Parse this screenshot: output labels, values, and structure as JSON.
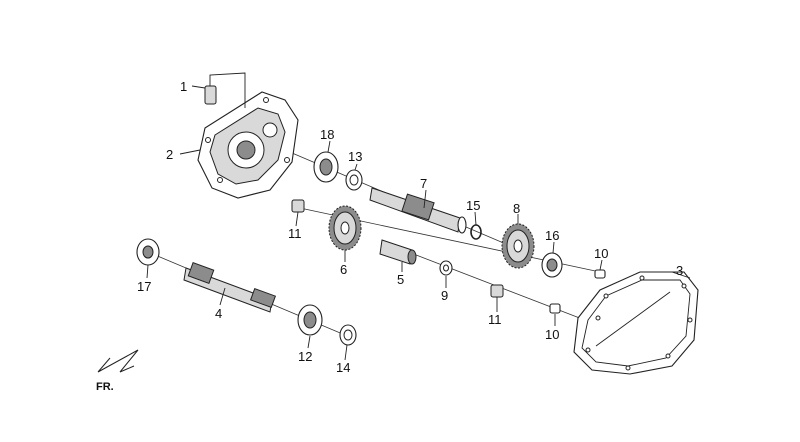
{
  "labels": {
    "p1": "1",
    "p2": "2",
    "p3": "3",
    "p4": "4",
    "p5": "5",
    "p6": "6",
    "p7": "7",
    "p8": "8",
    "p9": "9",
    "p10a": "10",
    "p10b": "10",
    "p11a": "11",
    "p11b": "11",
    "p12": "12",
    "p13": "13",
    "p14": "14",
    "p15": "15",
    "p16": "16",
    "p17": "17",
    "p18": "18"
  },
  "direction": "FR."
}
